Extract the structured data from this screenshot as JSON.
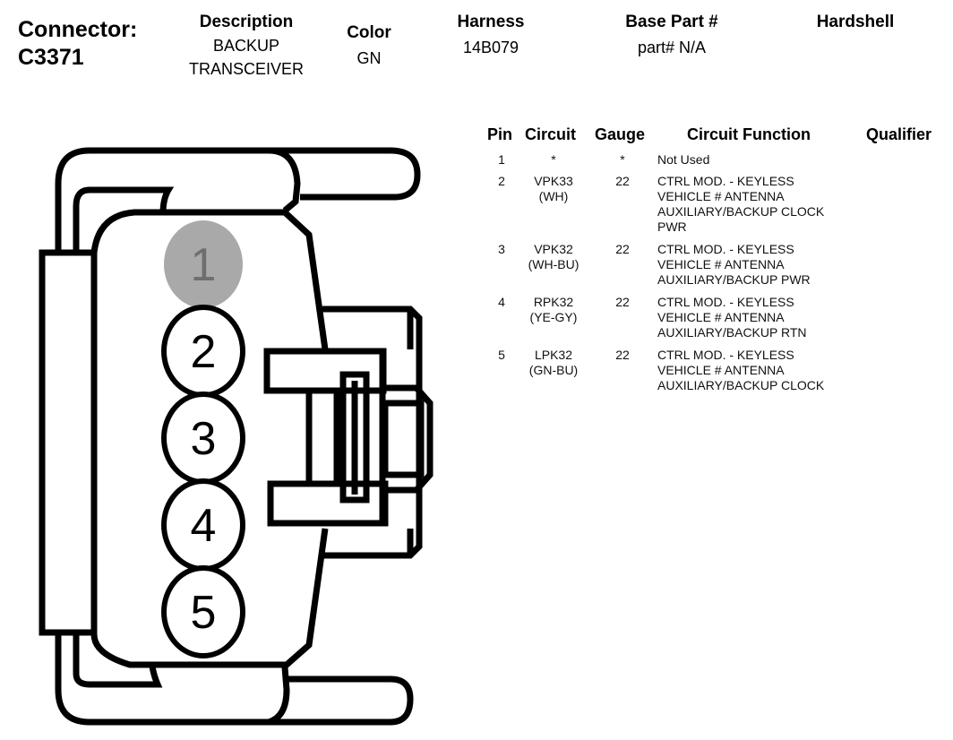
{
  "connector": {
    "label": "Connector:",
    "id": "C3371"
  },
  "header": {
    "description": {
      "label": "Description",
      "value_line1": "BACKUP",
      "value_line2": "TRANSCEIVER"
    },
    "color": {
      "label": "Color",
      "value": "GN"
    },
    "harness": {
      "label": "Harness",
      "value": "14B079"
    },
    "base_part": {
      "label": "Base Part #",
      "value": "part# N/A"
    },
    "hardshell": {
      "label": "Hardshell",
      "value": ""
    }
  },
  "pin_table": {
    "columns": [
      "Pin",
      "Circuit",
      "Gauge",
      "Circuit Function",
      "Qualifier"
    ],
    "rows": [
      {
        "pin": "1",
        "circuit": "*",
        "circuit_color": "",
        "gauge": "*",
        "function": "Not Used",
        "qualifier": ""
      },
      {
        "pin": "2",
        "circuit": "VPK33",
        "circuit_color": "(WH)",
        "gauge": "22",
        "function": "CTRL MOD. - KEYLESS\nVEHICLE # ANTENNA\nAUXILIARY/BACKUP CLOCK\nPWR",
        "qualifier": ""
      },
      {
        "pin": "3",
        "circuit": "VPK32",
        "circuit_color": "(WH-BU)",
        "gauge": "22",
        "function": "CTRL MOD. - KEYLESS\nVEHICLE # ANTENNA\nAUXILIARY/BACKUP PWR",
        "qualifier": ""
      },
      {
        "pin": "4",
        "circuit": "RPK32",
        "circuit_color": "(YE-GY)",
        "gauge": "22",
        "function": "CTRL MOD. - KEYLESS\nVEHICLE # ANTENNA\nAUXILIARY/BACKUP RTN",
        "qualifier": ""
      },
      {
        "pin": "5",
        "circuit": "LPK32",
        "circuit_color": "(GN-BU)",
        "gauge": "22",
        "function": "CTRL MOD. - KEYLESS\nVEHICLE # ANTENNA\nAUXILIARY/BACKUP CLOCK",
        "qualifier": ""
      }
    ]
  },
  "diagram": {
    "pins": [
      {
        "number": "1",
        "state": "not-used"
      },
      {
        "number": "2",
        "state": "used"
      },
      {
        "number": "3",
        "state": "used"
      },
      {
        "number": "4",
        "state": "used"
      },
      {
        "number": "5",
        "state": "used"
      }
    ],
    "colors": {
      "outline": "#000000",
      "unused_pin_fill": "#a9a9a9",
      "unused_pin_text": "#6e6e6e",
      "used_pin_fill": "#ffffff"
    }
  }
}
